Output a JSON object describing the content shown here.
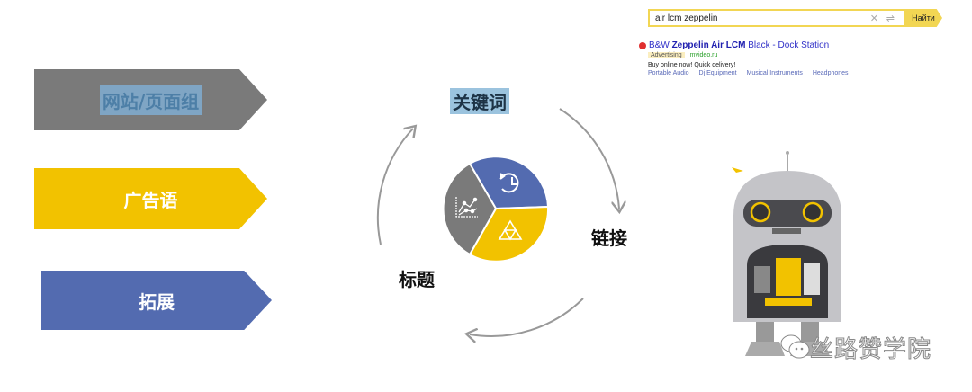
{
  "left_arrows": [
    {
      "label": "网站/页面组",
      "color": "#7a7a7a"
    },
    {
      "label": "广告语",
      "color": "#f2c200"
    },
    {
      "label": "拓展",
      "color": "#536bb0"
    }
  ],
  "cycle": {
    "labels": {
      "top": "关键词",
      "right": "链接",
      "left": "标题"
    },
    "pie_segments": [
      {
        "name": "blue",
        "color": "#536bb0",
        "icon": "history-clock-icon"
      },
      {
        "name": "yellow",
        "color": "#f2c200",
        "icon": "triforce-triangle-icon"
      },
      {
        "name": "gray",
        "color": "#7a7a7a",
        "icon": "line-chart-icon"
      }
    ]
  },
  "search_example": {
    "query": "air lcm zeppelin",
    "button": "Найти",
    "ad": {
      "title_prefix": "B&W ",
      "title_bold": "Zeppelin Air LCM",
      "title_suffix": " Black - Dock Station",
      "badge": "Advertising",
      "host": "mvideo.ru",
      "description": "Buy online now! Quick delivery!",
      "links": [
        "Portable Audio",
        "Dj Equipment",
        "Musical Instruments",
        "Headphones"
      ]
    }
  },
  "watermark": "丝路赞学院"
}
